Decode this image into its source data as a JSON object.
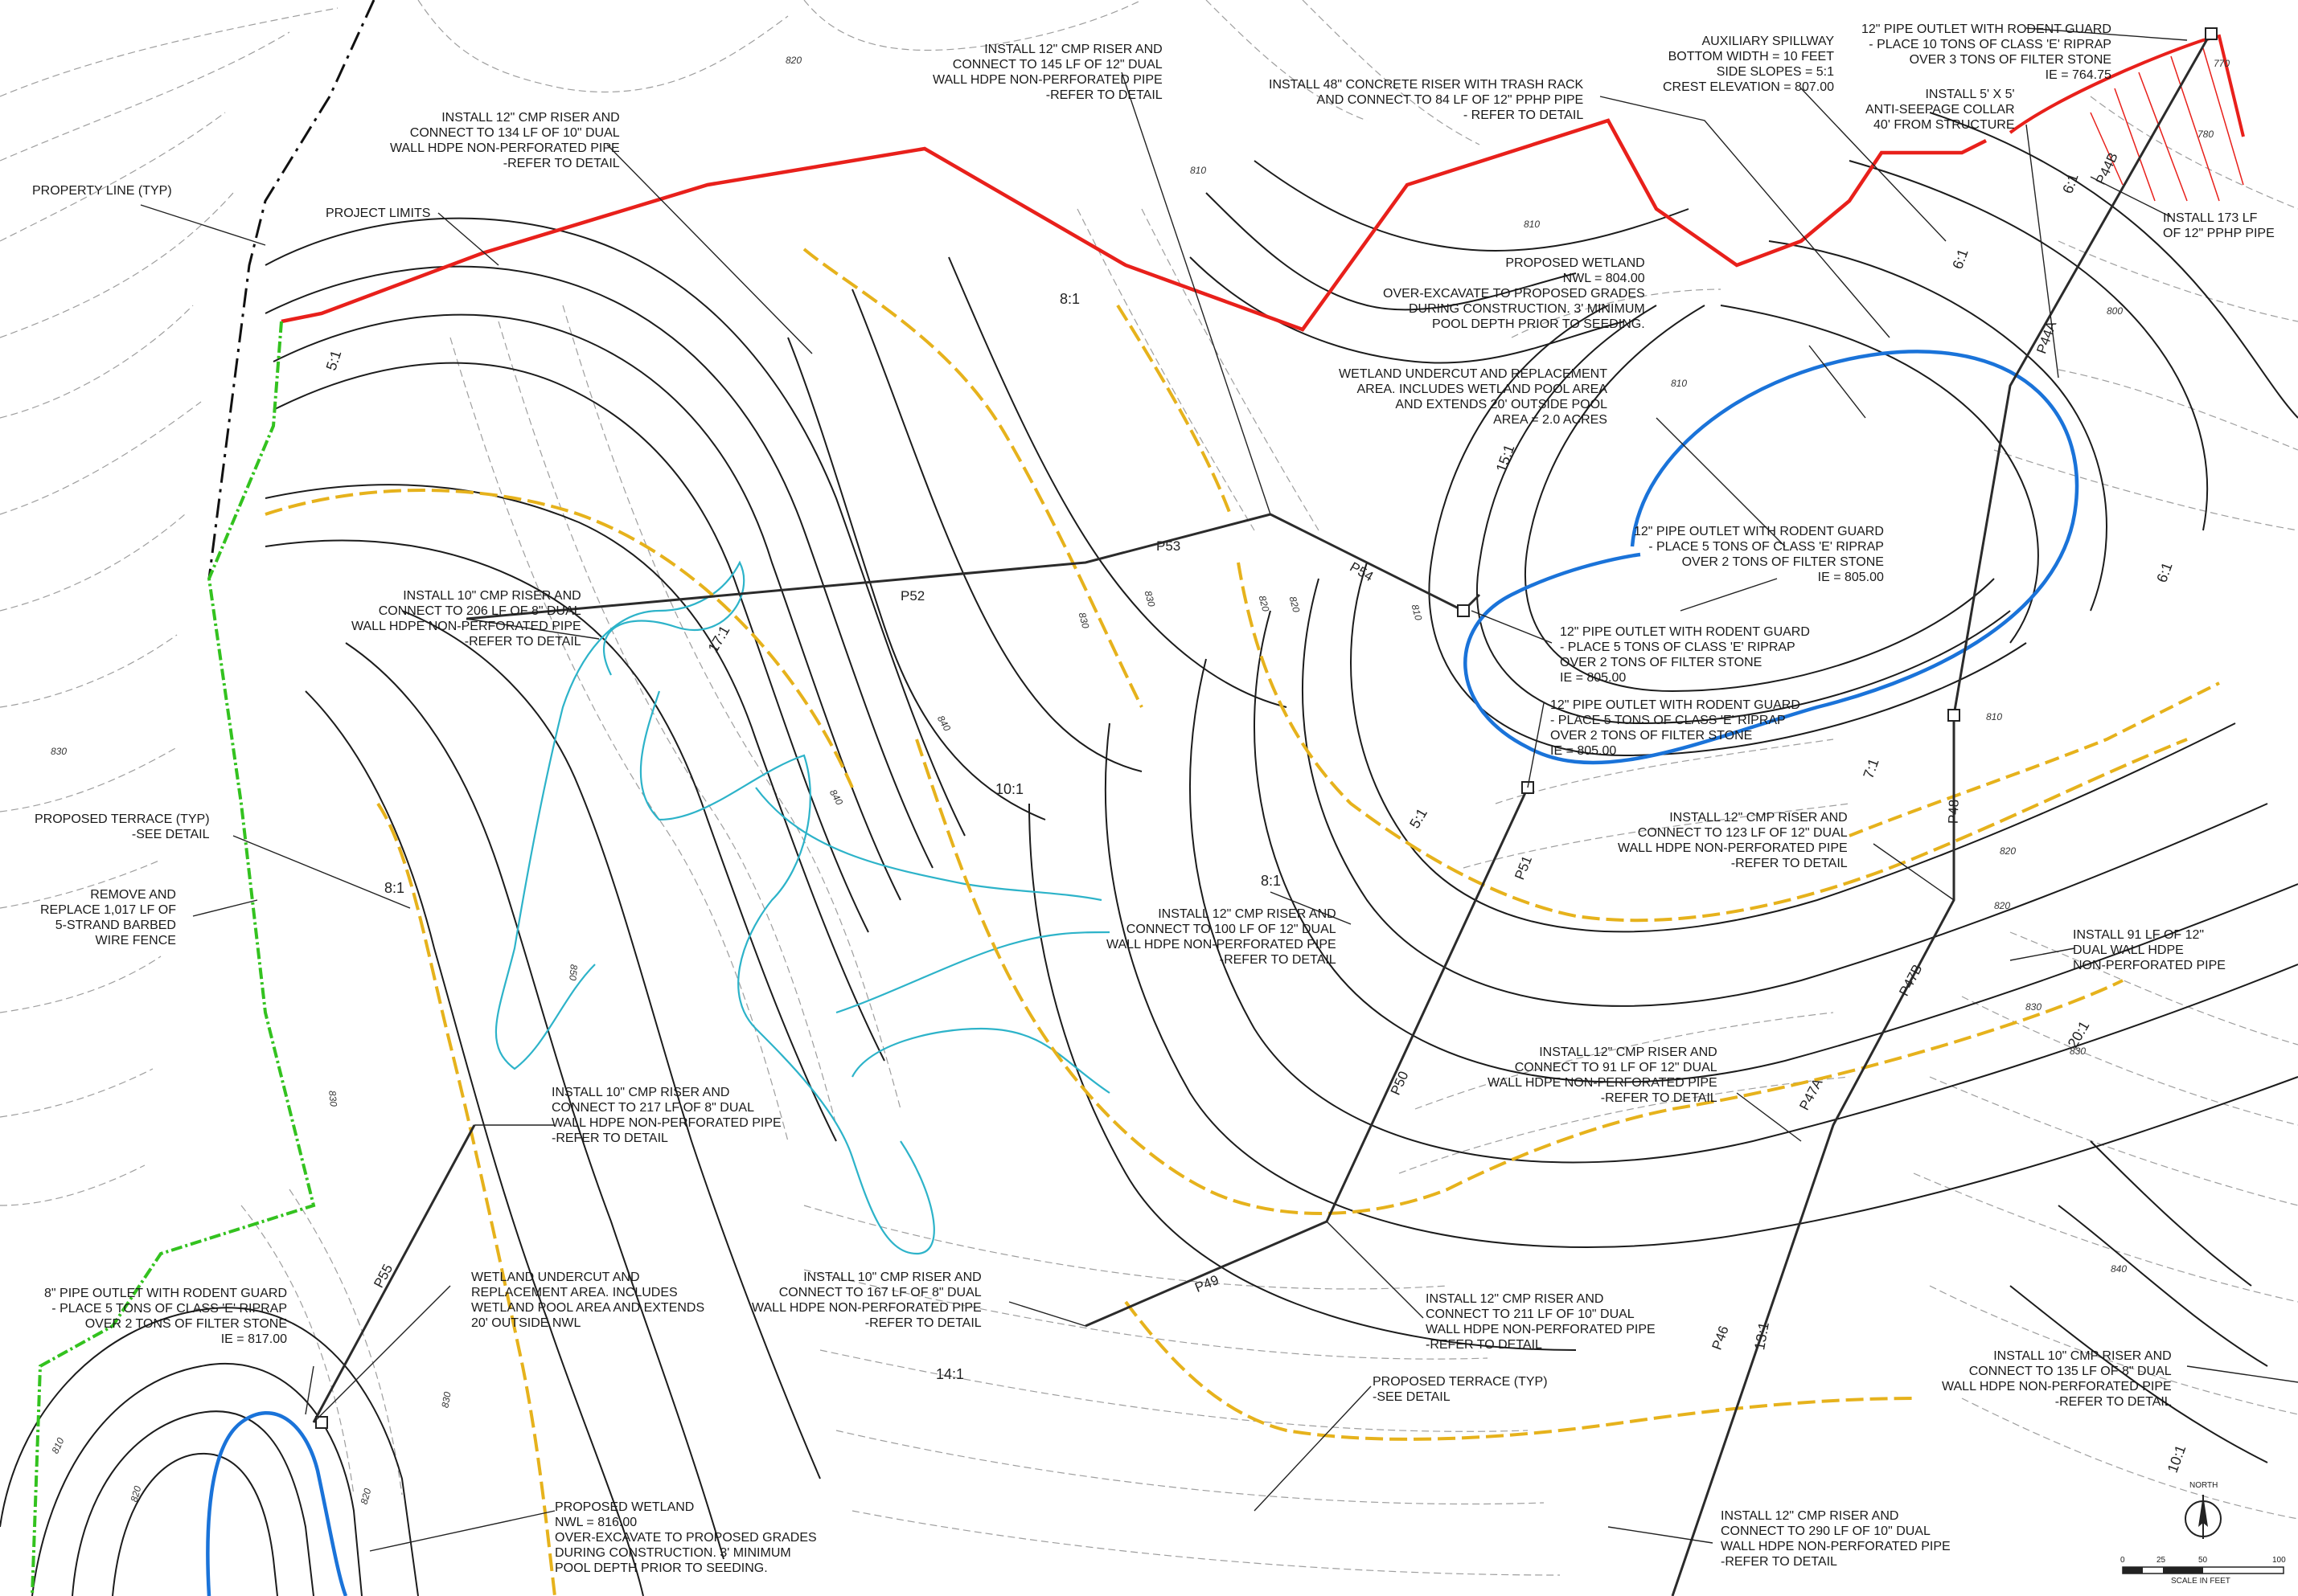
{
  "colors": {
    "project_limits": "#e8201b",
    "property_fence": "#33c21f",
    "wetland_nwl": "#1a73d9",
    "existing_wetland": "#2db3c9",
    "terrace": "#e6b21c",
    "contour_major": "#1c1c1c",
    "contour_minor": "#9a9a9a",
    "pipe": "#2b2b2b"
  },
  "notes": {
    "property_line": "PROPERTY LINE (TYP)",
    "project_limits": "PROJECT LIMITS",
    "riser_134": "INSTALL 12\" CMP RISER AND\nCONNECT TO 134 LF OF 10\" DUAL\nWALL HDPE NON-PERFORATED PIPE\n-REFER TO DETAIL",
    "riser_145": "INSTALL 12\" CMP RISER AND\nCONNECT TO 145 LF OF 12\" DUAL\nWALL HDPE NON-PERFORATED PIPE\n-REFER TO DETAIL",
    "riser_48": "INSTALL 48\" CONCRETE RISER WITH TRASH RACK\nAND CONNECT TO 84 LF OF 12\" PPHP PIPE\n- REFER TO DETAIL",
    "aux_spillway": "AUXILIARY SPILLWAY\nBOTTOM WIDTH = 10 FEET\nSIDE SLOPES = 5:1\nCREST ELEVATION = 807.00",
    "outlet_top": "12\" PIPE OUTLET WITH RODENT GUARD\n- PLACE 10 TONS OF CLASS 'E' RIPRAP\nOVER 3 TONS OF FILTER STONE\nIE = 764.75",
    "collar": "INSTALL 5' X 5'\nANTI-SEEPAGE COLLAR\n40' FROM STRUCTURE",
    "pphp_173": "INSTALL 173 LF\nOF 12\" PPHP PIPE",
    "wetland_top": "PROPOSED WETLAND\nNWL = 804.00\nOVER-EXCAVATE TO PROPOSED GRADES\nDURING CONSTRUCTION. 3' MINIMUM\nPOOL DEPTH PRIOR TO SEEDING.",
    "undercut_top": "WETLAND UNDERCUT AND REPLACEMENT\nAREA. INCLUDES WETLAND POOL AREA\nAND EXTENDS 20' OUTSIDE POOL\nAREA = 2.0 ACRES",
    "outlet_805_a": "12\" PIPE OUTLET WITH RODENT GUARD\n- PLACE 5 TONS OF CLASS 'E' RIPRAP\nOVER 2 TONS OF FILTER STONE\nIE = 805.00",
    "outlet_805_b": "12\" PIPE OUTLET WITH RODENT GUARD\n- PLACE 5 TONS OF CLASS 'E' RIPRAP\nOVER 2 TONS OF FILTER STONE\nIE = 805.00",
    "outlet_805_c": "12\" PIPE OUTLET WITH RODENT GUARD\n- PLACE 5 TONS OF CLASS 'E' RIPRAP\nOVER 2 TONS OF FILTER STONE\nIE = 805.00",
    "riser_206": "INSTALL 10\" CMP RISER AND\nCONNECT TO 206 LF OF 8\" DUAL\nWALL HDPE NON-PERFORATED PIPE\n-REFER TO DETAIL",
    "terrace_left": "PROPOSED TERRACE (TYP)\n-SEE DETAIL",
    "fence": "REMOVE AND\nREPLACE 1,017 LF OF\n5-STRAND BARBED\nWIRE FENCE",
    "riser_123": "INSTALL 12\" CMP RISER AND\nCONNECT TO 123 LF OF 12\" DUAL\nWALL HDPE NON-PERFORATED PIPE\n-REFER TO DETAIL",
    "riser_100": "INSTALL 12\" CMP RISER AND\nCONNECT TO 100 LF OF 12\" DUAL\nWALL HDPE NON-PERFORATED PIPE\n-REFER TO DETAIL",
    "pipe_91": "INSTALL 91 LF OF 12\"\nDUAL WALL HDPE\nNON-PERFORATED PIPE",
    "riser_91": "INSTALL 12\" CMP RISER AND\nCONNECT TO 91 LF OF 12\" DUAL\nWALL HDPE NON-PERFORATED PIPE\n-REFER TO DETAIL",
    "riser_217": "INSTALL 10\" CMP RISER AND\nCONNECT TO 217 LF OF 8\" DUAL\nWALL HDPE NON-PERFORATED PIPE\n-REFER TO DETAIL",
    "outlet_817": "8\" PIPE OUTLET WITH RODENT GUARD\n- PLACE 5 TONS OF CLASS 'E' RIPRAP\nOVER 2 TONS OF FILTER STONE\nIE = 817.00",
    "undercut_bottom": "WETLAND UNDERCUT AND\nREPLACEMENT AREA. INCLUDES\nWETLAND POOL AREA AND EXTENDS\n20' OUTSIDE NWL",
    "riser_167": "INSTALL 10\" CMP RISER AND\nCONNECT TO 167 LF OF 8\" DUAL\nWALL HDPE NON-PERFORATED PIPE\n-REFER TO DETAIL",
    "riser_211": "INSTALL 12\" CMP RISER AND\nCONNECT TO 211 LF OF 10\" DUAL\nWALL HDPE NON-PERFORATED PIPE\n-REFER TO DETAIL",
    "terrace_bottom": "PROPOSED TERRACE (TYP)\n-SEE DETAIL",
    "riser_135": "INSTALL 10\" CMP RISER AND\nCONNECT TO 135 LF OF 8\" DUAL\nWALL HDPE NON-PERFORATED PIPE\n-REFER TO DETAIL",
    "wetland_bottom": "PROPOSED WETLAND\nNWL = 816.00\nOVER-EXCAVATE TO PROPOSED GRADES\nDURING CONSTRUCTION. 3' MINIMUM\nPOOL DEPTH PRIOR TO SEEDING.",
    "riser_290": "INSTALL 12\" CMP RISER AND\nCONNECT TO 290 LF OF 10\" DUAL\nWALL HDPE NON-PERFORATED PIPE\n-REFER TO DETAIL"
  },
  "slopes": [
    "5:1",
    "8:1",
    "15:1",
    "17:1",
    "10:1",
    "8:1",
    "5:1",
    "7:1",
    "6:1",
    "6:1",
    "6:1",
    "8:1",
    "14:1",
    "13:1",
    "20:1",
    "10:1"
  ],
  "pipes": [
    "P44B",
    "P44A",
    "P53",
    "P52",
    "P54",
    "P51",
    "P48",
    "P50",
    "P47B",
    "P47A",
    "P49",
    "P46",
    "P55"
  ],
  "contour_labels": [
    "820",
    "810",
    "810",
    "800",
    "810",
    "780",
    "770",
    "830",
    "840",
    "840",
    "830",
    "820",
    "820",
    "810",
    "810",
    "820",
    "820",
    "830",
    "830",
    "840",
    "850",
    "830",
    "820",
    "820",
    "830",
    "810",
    "830"
  ],
  "north": "NORTH",
  "scale": {
    "ticks": [
      "0",
      "25",
      "50",
      "100"
    ],
    "label": "SCALE IN FEET"
  }
}
